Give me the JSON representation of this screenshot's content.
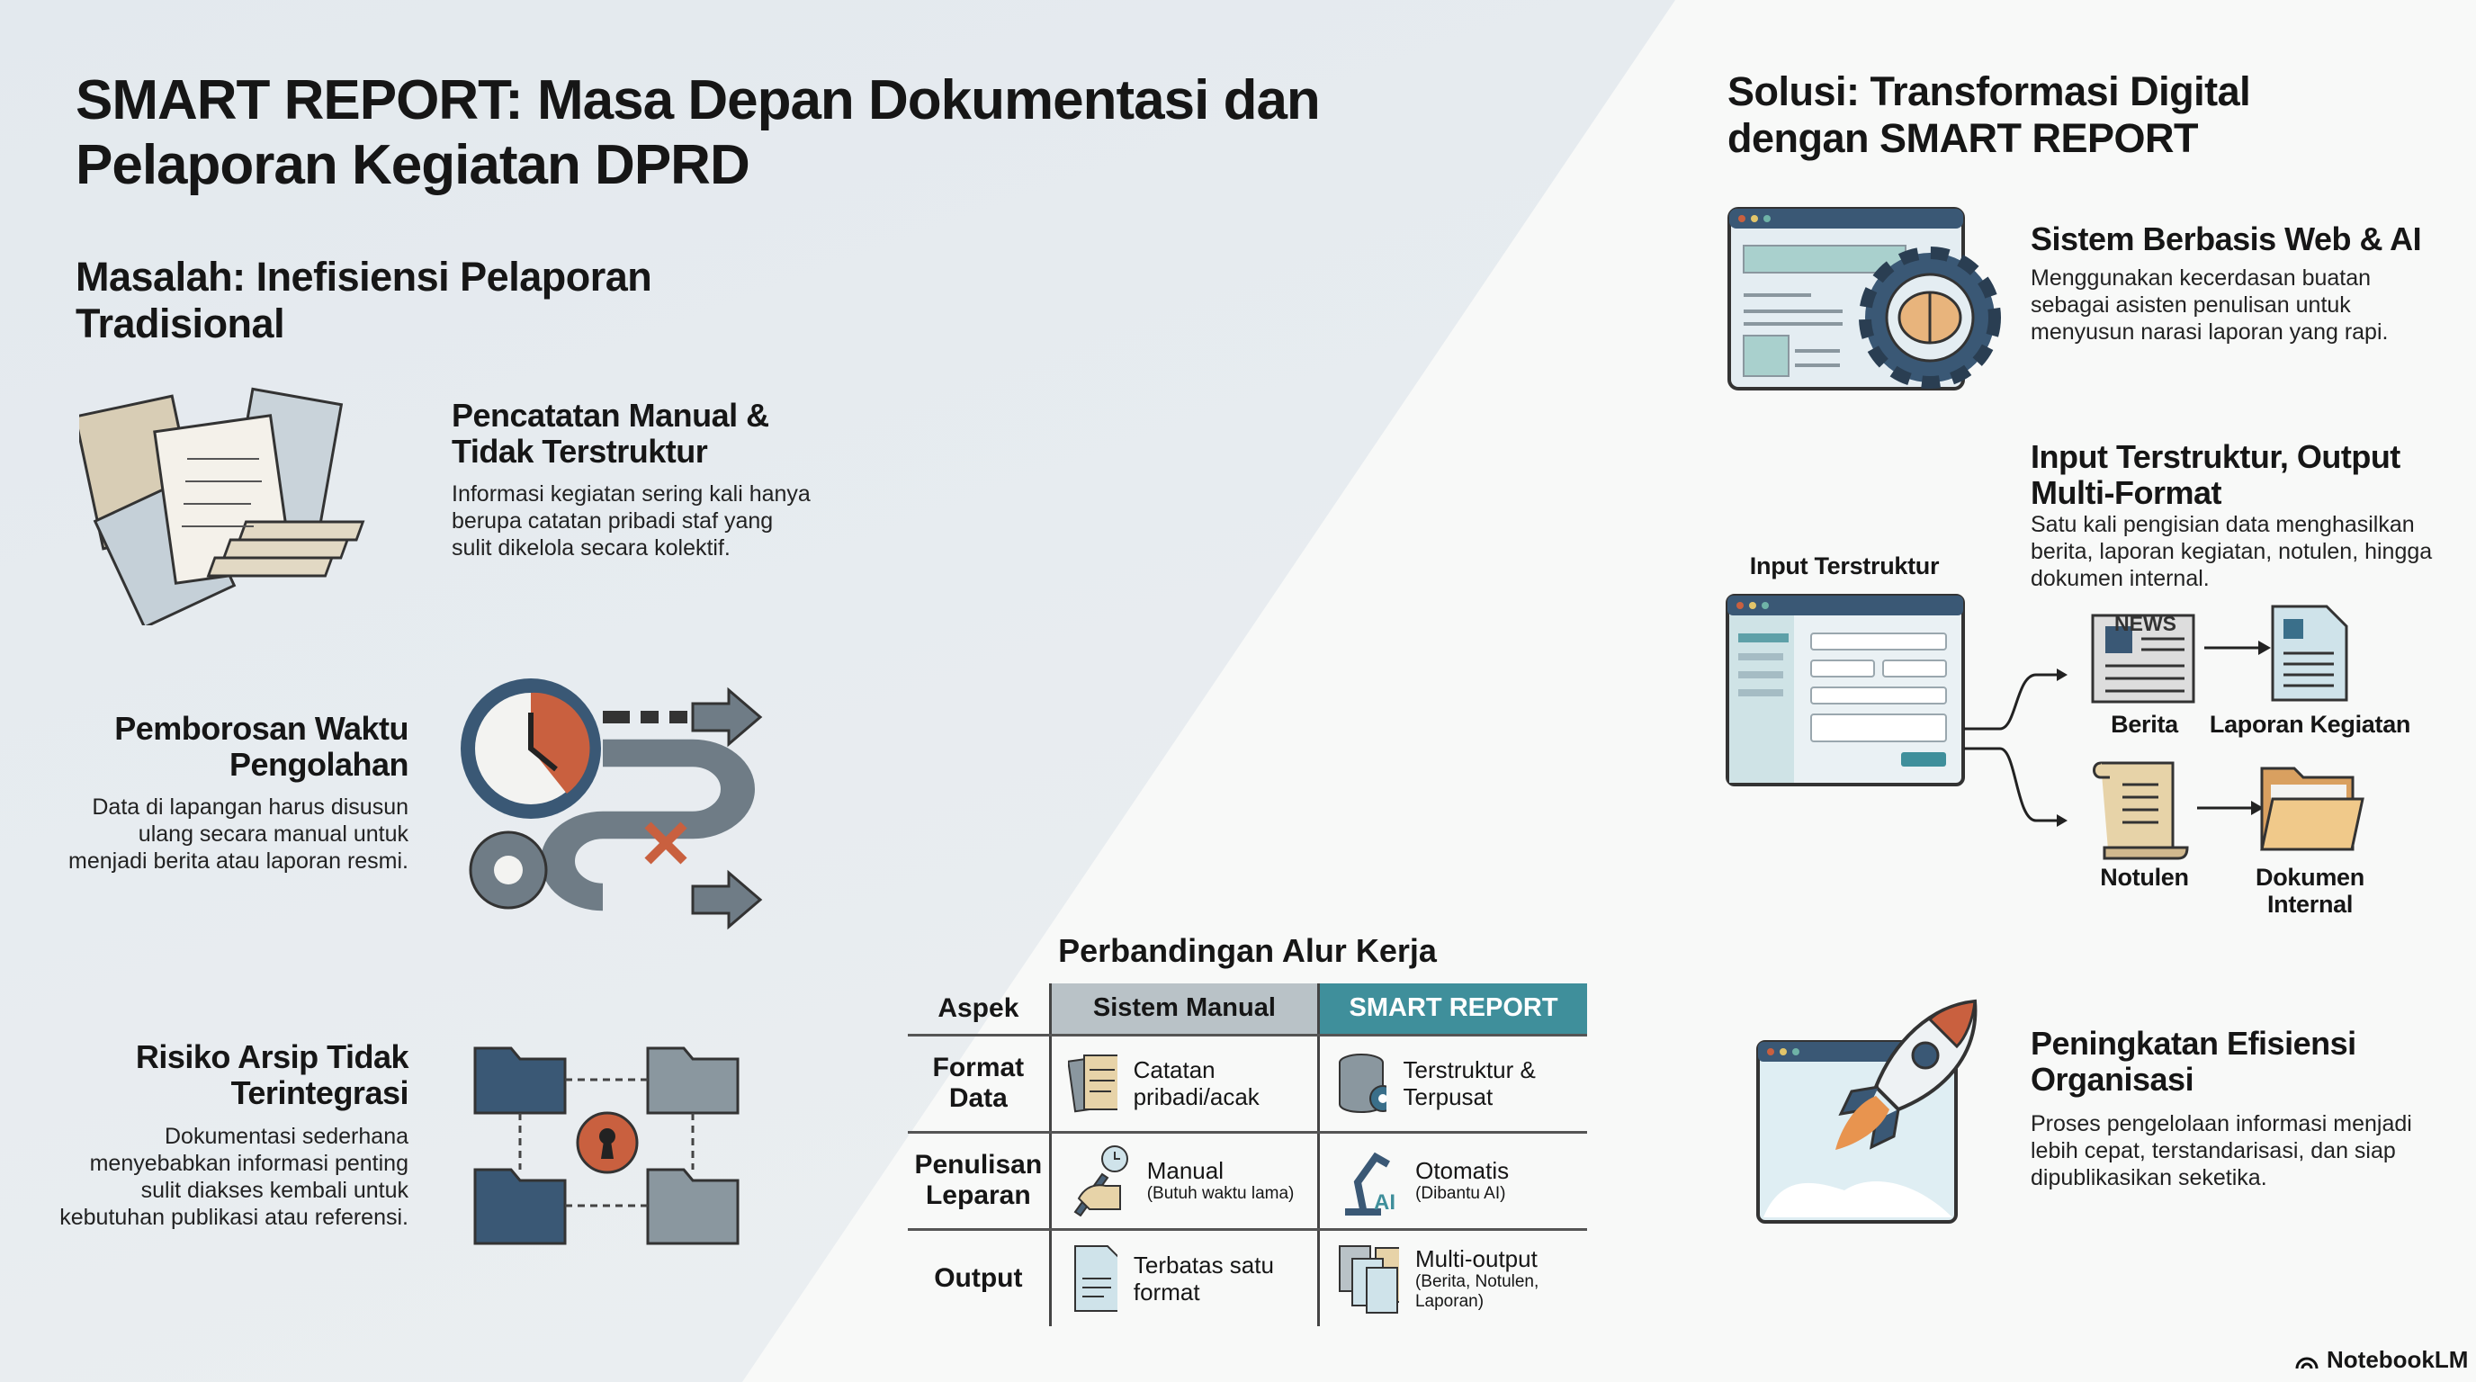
{
  "title": "SMART REPORT: Masa Depan Dokumentasi dan Pelaporan Kegiatan DPRD",
  "problem": {
    "heading": "Masalah: Inefisiensi Pelaporan Tradisional",
    "items": [
      {
        "title": "Pencatatan Manual & Tidak Terstruktur",
        "body": "Informasi kegiatan sering kali hanya berupa catatan pribadi staf yang sulit dikelola secara kolektif."
      },
      {
        "title": "Pemborosan Waktu Pengolahan",
        "body": "Data di lapangan harus disusun ulang secara manual untuk menjadi berita atau laporan resmi."
      },
      {
        "title": "Risiko Arsip Tidak Terintegrasi",
        "body": "Dokumentasi sederhana menyebabkan informasi penting sulit diakses kembali untuk kebutuhan publikasi atau referensi."
      }
    ]
  },
  "comparison": {
    "title": "Perbandingan Alur Kerja",
    "headers": [
      "Aspek",
      "Sistem Manual",
      "SMART REPORT"
    ],
    "rows": [
      {
        "aspect": "Format Data",
        "manual": "Catatan pribadi/acak",
        "manual_note": "",
        "smart": "Terstruktur & Terpusat",
        "smart_note": ""
      },
      {
        "aspect": "Penulisan Leparan",
        "manual": "Manual",
        "manual_note": "(Butuh waktu lama)",
        "smart": "Otomatis",
        "smart_note": "(Dibantu AI)"
      },
      {
        "aspect": "Output",
        "manual": "Terbatas satu format",
        "manual_note": "",
        "smart": "Multi-output",
        "smart_note": "(Berita, Notulen, Laporan)"
      }
    ]
  },
  "solution": {
    "heading": "Solusi: Transformasi Digital dengan SMART REPORT",
    "items": [
      {
        "title": "Sistem Berbasis Web & AI",
        "body": "Menggunakan kecerdasan buatan sebagai asisten penulisan untuk menyusun narasi laporan yang rapi."
      },
      {
        "title": "Input Terstruktur, Output Multi-Format",
        "body": "Satu kali pengisian data menghasilkan berita, laporan kegiatan, notulen, hingga dokumen internal."
      },
      {
        "title": "Peningkatan Efisiensi Organisasi",
        "body": "Proses pengelolaan informasi menjadi lebih cepat, terstandarisasi, dan siap dipublikasikan seketika."
      }
    ],
    "flow": {
      "input_label": "Input Terstruktur",
      "news_badge": "NEWS",
      "outputs": [
        "Berita",
        "Laporan Kegiatan",
        "Notulen",
        "Dokumen Internal"
      ]
    }
  },
  "branding": "NotebookLM",
  "colors": {
    "accent": "#3f8f9b",
    "navy": "#3a5875",
    "gray": "#8a979f",
    "orange": "#c9603f",
    "tan": "#e7d3a8"
  }
}
